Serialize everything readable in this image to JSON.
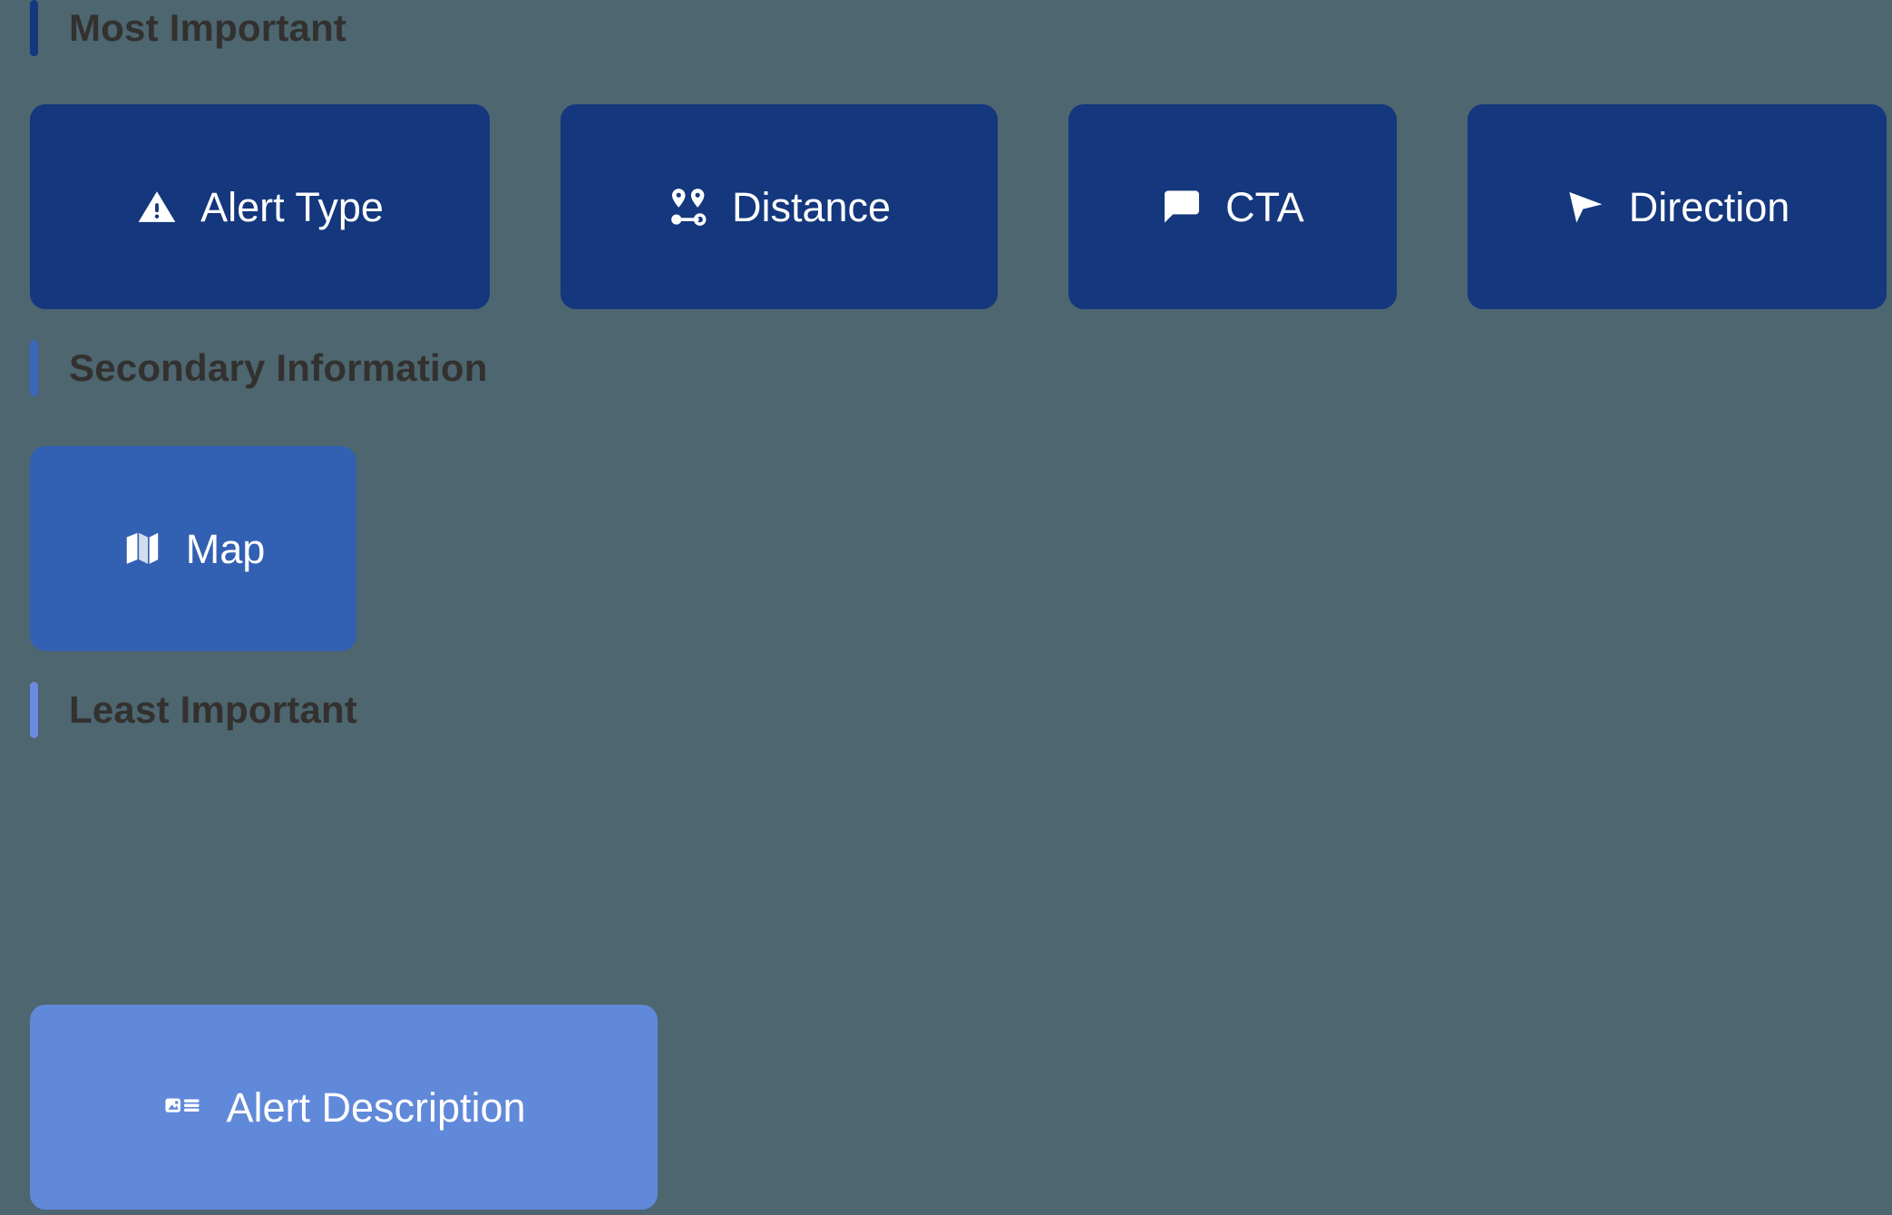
{
  "theme": {
    "background": "#4d6670",
    "heading_color": "#33312f",
    "card_text_color": "#ffffff"
  },
  "sections": [
    {
      "title": "Most Important",
      "accent_color": "#14377d",
      "cards": [
        {
          "label": "Alert Type",
          "icon": "warning-triangle-icon",
          "color": "#14377d"
        },
        {
          "label": "Distance",
          "icon": "route-pins-icon",
          "color": "#14377d"
        },
        {
          "label": "CTA",
          "icon": "chat-bubble-icon",
          "color": "#14377d"
        },
        {
          "label": "Direction",
          "icon": "navigation-arrow-icon",
          "color": "#14377d"
        }
      ]
    },
    {
      "title": "Secondary Information",
      "accent_color": "#3a68bf",
      "cards": [
        {
          "label": "Map",
          "icon": "folded-map-icon",
          "color": "#3260b3"
        }
      ]
    },
    {
      "title": "Least Important",
      "accent_color": "#6b8ae0",
      "cards": [
        {
          "label": "Alert Description",
          "icon": "article-image-icon",
          "color": "#6089da"
        }
      ]
    }
  ]
}
